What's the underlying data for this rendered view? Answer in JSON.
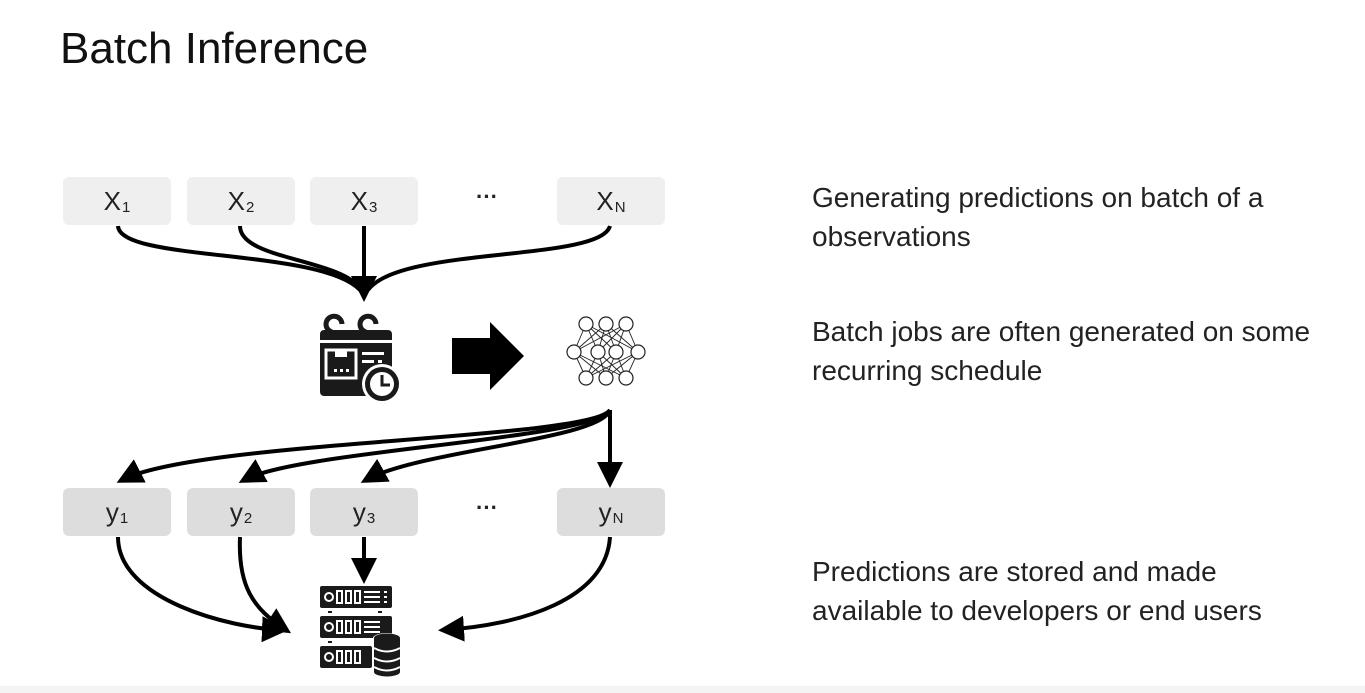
{
  "slide": {
    "title": "Batch Inference",
    "inputs": [
      {
        "base": "X",
        "sub": "1"
      },
      {
        "base": "X",
        "sub": "2"
      },
      {
        "base": "X",
        "sub": "3"
      },
      {
        "base": "X",
        "sub": "N"
      }
    ],
    "outputs": [
      {
        "base": "y",
        "sub": "1"
      },
      {
        "base": "y",
        "sub": "2"
      },
      {
        "base": "y",
        "sub": "3"
      },
      {
        "base": "y",
        "sub": "N"
      }
    ],
    "ellipsis": "···",
    "icons": {
      "scheduler": "calendar-schedule-icon",
      "arrow": "right-arrow-icon",
      "model": "neural-network-icon",
      "storage": "server-database-icon"
    },
    "descriptions": [
      "Generating predictions on batch of a observations",
      "Batch jobs are often generated on some recurring schedule",
      "Predictions are stored and made available to developers or end users"
    ]
  }
}
